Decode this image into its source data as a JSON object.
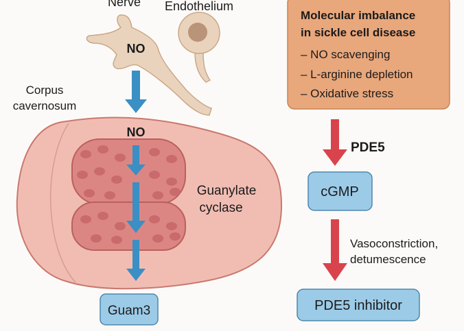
{
  "labels": {
    "nerve": "Nerve",
    "endothelium": "Endothelium",
    "nerve_no": "NO",
    "corpus_line1": "Corpus",
    "corpus_line2": "cavernosum",
    "tissue_no": "NO",
    "guanylate_line1": "Guanylate",
    "guanylate_line2": "cyclase",
    "pde5": "PDE5",
    "vaso_line1": "Vasoconstriction,",
    "vaso_line2": "detumescence"
  },
  "boxes": {
    "guam": "Guam3",
    "cgmp": "cGMP",
    "pde5_inhibitor": "PDE5 inhibitor"
  },
  "imbalance": {
    "title_line1": "Molecular imbalance",
    "title_line2": "in sickle cell disease",
    "items": [
      "– NO scavenging",
      "– L-arginine depletion",
      "– Oxidative stress"
    ]
  },
  "colors": {
    "blue_arrow": "#3a8fc4",
    "red_arrow": "#d9434c",
    "box_blue": "#9ccbe8",
    "orange_box": "#e9a77c",
    "tissue": "#f1bdb3",
    "cell": "#ead3bd"
  }
}
